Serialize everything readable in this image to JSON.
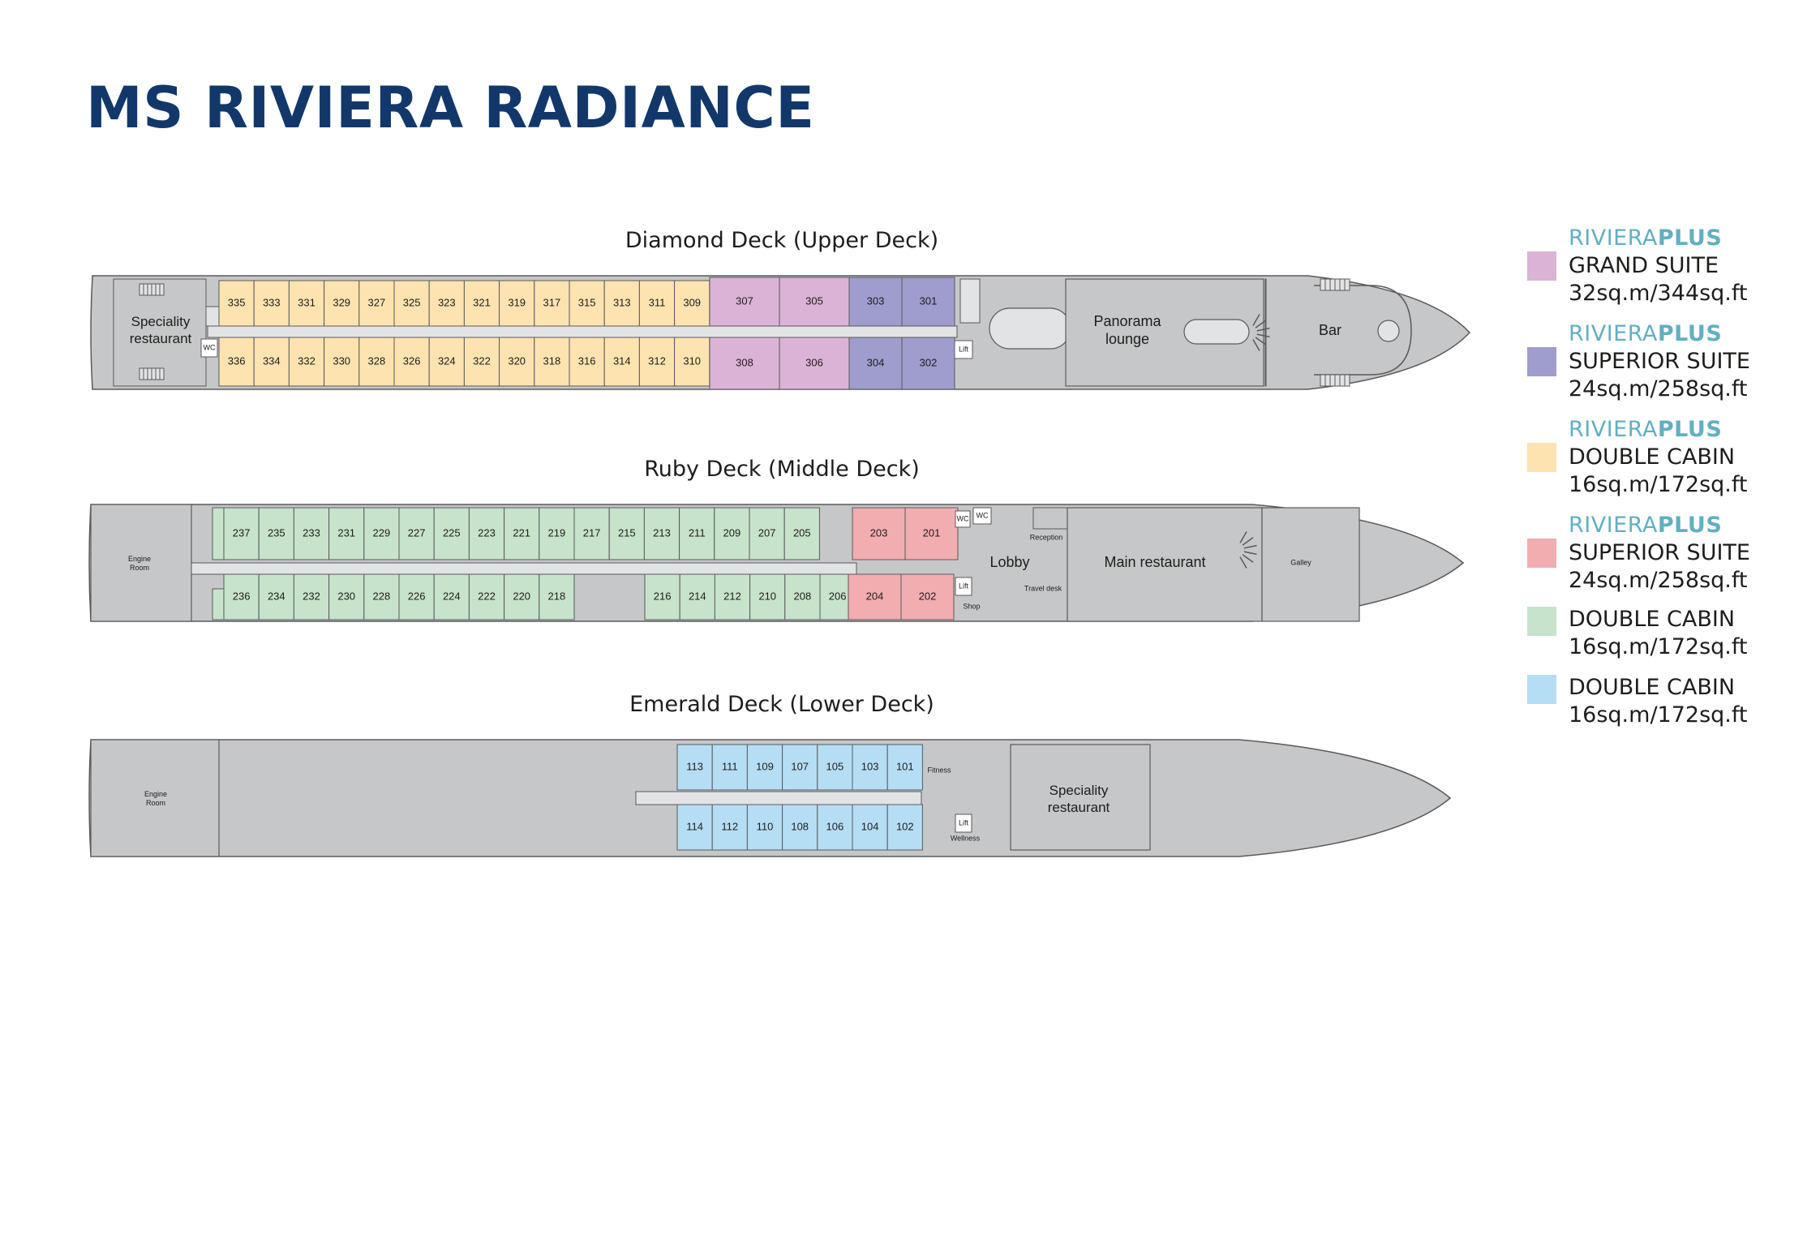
{
  "title": "MS RIVIERA RADIANCE",
  "colors": {
    "hull": "#c6c7c9",
    "outline": "#5a5a5c",
    "grand_suite": "#dbb3d6",
    "superior_suite_purple": "#9e9dcd",
    "double_yellow": "#fde3b0",
    "superior_suite_pink": "#f2adb1",
    "double_green": "#c7e3cb",
    "double_blue": "#b5def5"
  },
  "decks": {
    "diamond": {
      "title": "Diamond Deck (Upper Deck)",
      "speciality": [
        "Speciality",
        "restaurant"
      ],
      "wc": "WC",
      "lift": "Lift",
      "panorama": [
        "Panorama",
        "lounge"
      ],
      "bar": "Bar",
      "top": [
        "335",
        "333",
        "331",
        "329",
        "327",
        "325",
        "323",
        "321",
        "319",
        "317",
        "315",
        "313",
        "311",
        "309"
      ],
      "bottom": [
        "336",
        "334",
        "332",
        "330",
        "328",
        "326",
        "324",
        "322",
        "320",
        "318",
        "316",
        "314",
        "312",
        "310"
      ],
      "grand_top": [
        "307",
        "305"
      ],
      "grand_bottom": [
        "308",
        "306"
      ],
      "sup_top": [
        "303",
        "301"
      ],
      "sup_bottom": [
        "304",
        "302"
      ]
    },
    "ruby": {
      "title": "Ruby Deck (Middle Deck)",
      "engine": [
        "Engine",
        "Room"
      ],
      "top": [
        "237",
        "235",
        "233",
        "231",
        "229",
        "227",
        "225",
        "223",
        "221",
        "219",
        "217",
        "215",
        "213",
        "211",
        "209",
        "207",
        "205"
      ],
      "bottom_a": [
        "236",
        "234",
        "232",
        "230",
        "228",
        "226",
        "224",
        "222",
        "220",
        "218"
      ],
      "bottom_b": [
        "216",
        "214",
        "212",
        "210",
        "208",
        "206"
      ],
      "sup_top": [
        "203",
        "201"
      ],
      "sup_bottom": [
        "204",
        "202"
      ],
      "wc1": "WC",
      "wc2": "WC",
      "lift": "Lift",
      "shop": "Shop",
      "lobby": "Lobby",
      "reception": "Reception",
      "travel_desk": "Travel desk",
      "main_restaurant": "Main restaurant",
      "galley": "Galley"
    },
    "emerald": {
      "title": "Emerald Deck (Lower Deck)",
      "engine": [
        "Engine",
        "Room"
      ],
      "top": [
        "113",
        "111",
        "109",
        "107",
        "105",
        "103",
        "101"
      ],
      "bottom": [
        "114",
        "112",
        "110",
        "108",
        "106",
        "104",
        "102"
      ],
      "fitness": "Fitness",
      "lift": "Lift",
      "wellness": "Wellness",
      "speciality": [
        "Speciality",
        "restaurant"
      ]
    }
  },
  "legend": [
    {
      "plus_a": "RIVIERA",
      "plus_b": "PLUS",
      "name": "GRAND SUITE",
      "size": "32sq.m/344sq.ft",
      "color": "#dbb3d6"
    },
    {
      "plus_a": "RIVIERA",
      "plus_b": "PLUS",
      "name": "SUPERIOR SUITE",
      "size": "24sq.m/258sq.ft",
      "color": "#9e9dcd"
    },
    {
      "plus_a": "RIVIERA",
      "plus_b": "PLUS",
      "name": "DOUBLE CABIN",
      "size": "16sq.m/172sq.ft",
      "color": "#fde3b0"
    },
    {
      "plus_a": "RIVIERA",
      "plus_b": "PLUS",
      "name": "SUPERIOR SUITE",
      "size": "24sq.m/258sq.ft",
      "color": "#f2adb1"
    },
    {
      "plus_a": "",
      "plus_b": "",
      "name": "DOUBLE CABIN",
      "size": "16sq.m/172sq.ft",
      "color": "#c7e3cb"
    },
    {
      "plus_a": "",
      "plus_b": "",
      "name": "DOUBLE CABIN",
      "size": "16sq.m/172sq.ft",
      "color": "#b5def5"
    }
  ]
}
